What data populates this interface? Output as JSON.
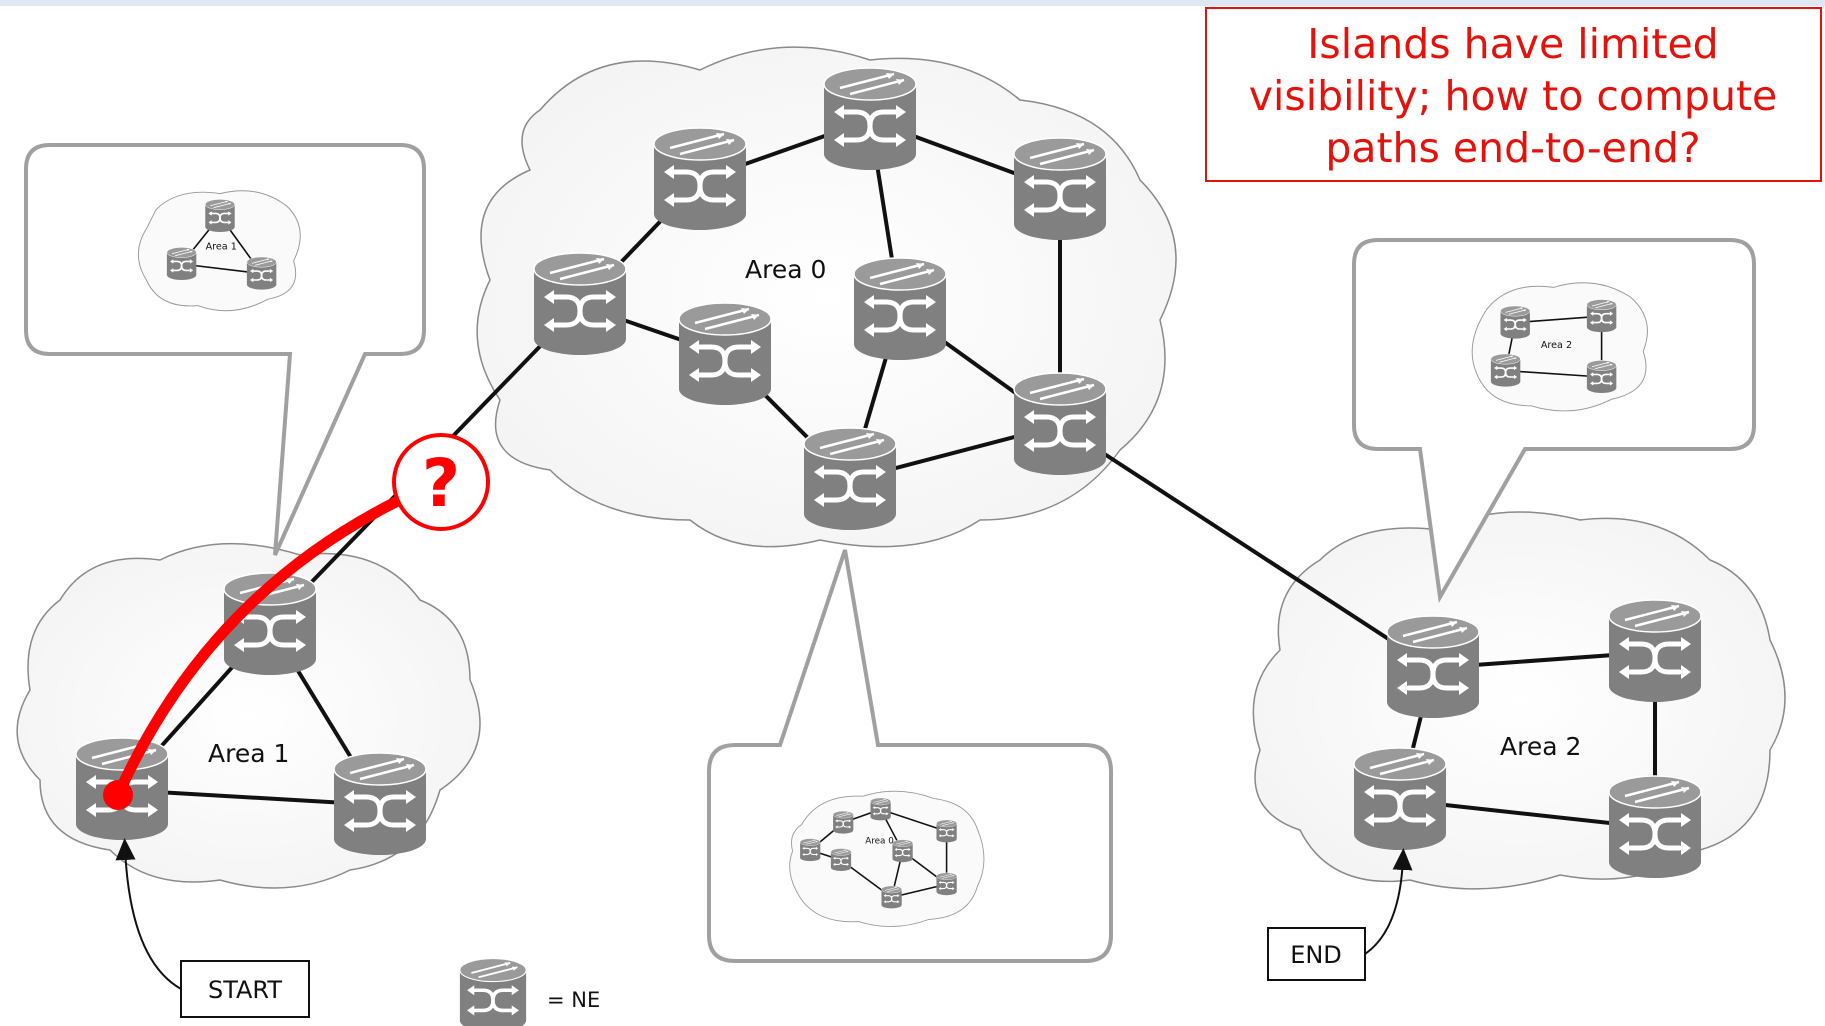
{
  "callout": {
    "lines": [
      "Islands have limited",
      "visibility; how to compute",
      "paths end-to-end?"
    ],
    "color": "#e3120b"
  },
  "areas": {
    "area0": "Area 0",
    "area1": "Area 1",
    "area2": "Area 2"
  },
  "labels": {
    "start": "START",
    "end": "END",
    "question": "?",
    "legend": "= NE"
  },
  "colors": {
    "router": "#808080",
    "link": "#111111",
    "path": "#ff0000",
    "bubble_border": "#a0a0a0"
  },
  "icon": "router-icon"
}
